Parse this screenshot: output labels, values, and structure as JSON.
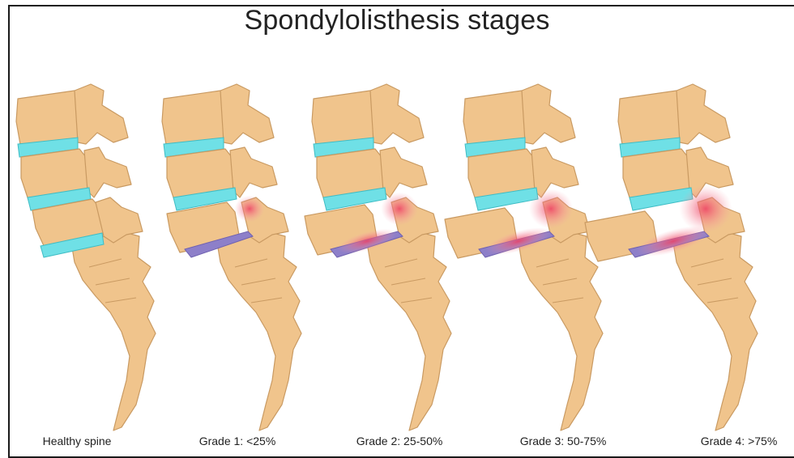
{
  "title": "Spondylolisthesis stages",
  "stages": [
    {
      "label": "Healthy spine",
      "slip_fraction": 0.0
    },
    {
      "label": "Grade 1: <25%",
      "slip_fraction": 0.2
    },
    {
      "label": "Grade 2: 25-50%",
      "slip_fraction": 0.4
    },
    {
      "label": "Grade 3: 50-75%",
      "slip_fraction": 0.6
    },
    {
      "label": "Grade 4: >75%",
      "slip_fraction": 0.85
    }
  ],
  "colors": {
    "bone": "#f0c48c",
    "bone_outline": "#c99a62",
    "healthy_disc": "#6fe0e6",
    "damaged_disc": "#8d7fc9",
    "inflammation": "#ee4f6b",
    "background": "#ffffff"
  }
}
